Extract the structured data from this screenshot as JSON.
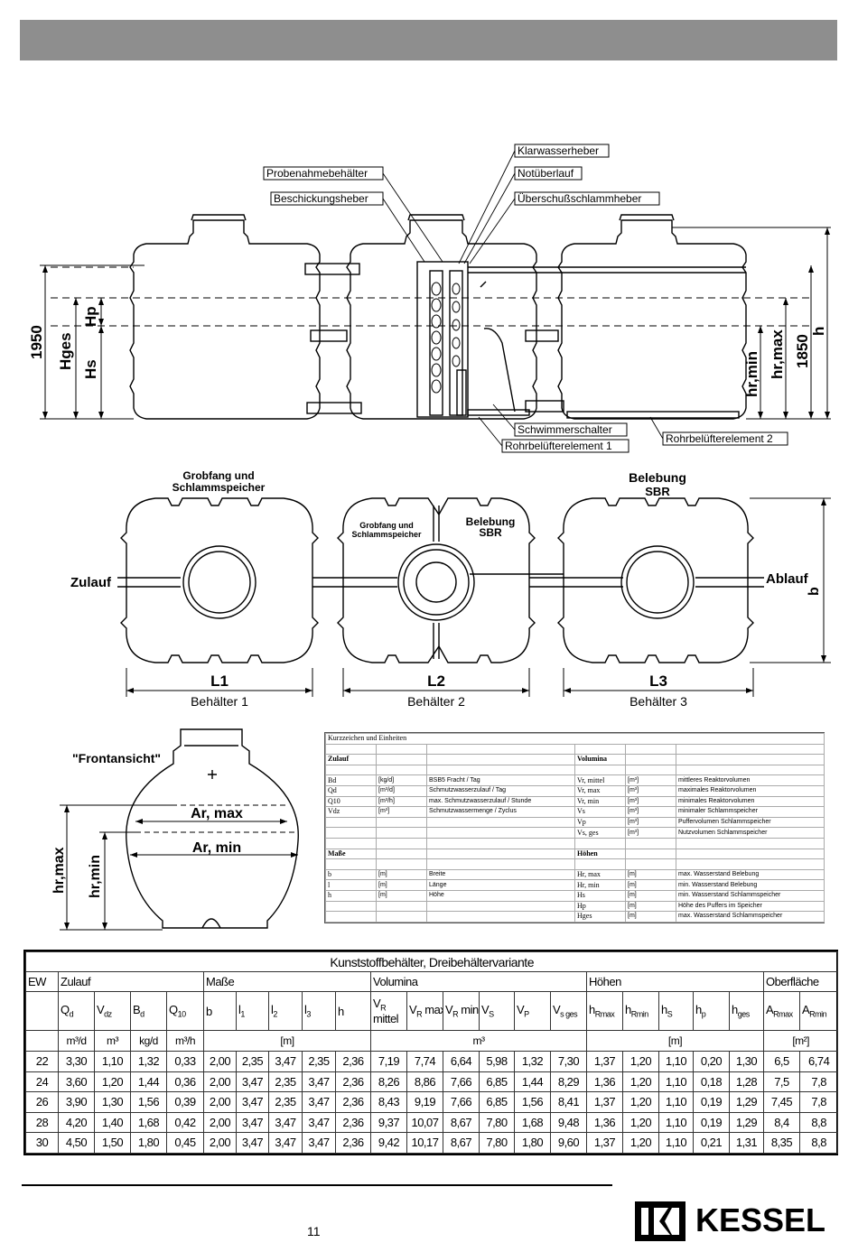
{
  "callouts": {
    "klarwasserheber": "Klarwasserheber",
    "probenahme": "Probenahmebehälter",
    "notueberlauf": "Notüberlauf",
    "beschickung": "Beschickungsheber",
    "ueberschuss": "Überschußschlammheber",
    "schwimmer": "Schwimmerschalter",
    "rohr1": "Rohrbelüfterelement 1",
    "rohr2": "Rohrbelüfterelement 2"
  },
  "side_dims": {
    "d1950": "1950",
    "hges": "Hges",
    "hp": "Hp",
    "hs": "Hs",
    "hrmin": "hr,min",
    "hrmax": "hr,max",
    "d1850": "1850",
    "h": "h"
  },
  "plan": {
    "label1": "Grobfang und Schlammspeicher",
    "label1_l1": "Grobfang und",
    "label1_l2": "Schlammspeicher",
    "label2a_l1": "Grobfang und",
    "label2a_l2": "Schlammspeicher",
    "label2b_l1": "Belebung",
    "label2b_l2": "SBR",
    "label3_l1": "Belebung",
    "label3_l2": "SBR",
    "zulauf": "Zulauf",
    "ablauf": "Ablauf",
    "b": "b",
    "l1": "L1",
    "l2": "L2",
    "l3": "L3",
    "b1": "Behälter 1",
    "b2": "Behälter 2",
    "b3": "Behälter 3"
  },
  "front": {
    "caption": "\"Frontansicht\"",
    "armax": "Ar, max",
    "armin": "Ar, min",
    "hrmax": "hr,max",
    "hrmin": "hr,min"
  },
  "legend": {
    "header": "Kurzzeichen und Einheiten",
    "zulauf": "Zulauf",
    "volumina": "Volumina",
    "masse": "Maße",
    "hoehen": "Höhen",
    "rows_top": [
      [
        "Bd",
        "[kg/d]",
        "BSB5 Fracht / Tag",
        "Vr, mittel",
        "[m³]",
        "mittleres Reaktorvolumen"
      ],
      [
        "Qd",
        "[m³/d]",
        "Schmutzwasserzulauf / Tag",
        "Vr, max",
        "[m³]",
        "maximales Reaktorvolumen"
      ],
      [
        "Q10",
        "[m³/h]",
        "max. Schmutzwasserzulauf / Stunde",
        "Vr, min",
        "[m³]",
        "minimales Reaktorvolumen"
      ],
      [
        "Vdz",
        "[m³]",
        "Schmutzwassermenge / Zyclus",
        "Vs",
        "[m³]",
        "minimaler Schlammspeicher"
      ],
      [
        "",
        "",
        "",
        "Vp",
        "[m³]",
        "Puffervolumen Schlammspeicher"
      ],
      [
        "",
        "",
        "",
        "Vs, ges",
        "[m³]",
        "Nutzvolumen Schlammspeicher"
      ]
    ],
    "rows_bottom": [
      [
        "b",
        "[m]",
        "Breite",
        "Hr, max",
        "[m]",
        "max. Wasserstand Belebung"
      ],
      [
        "l",
        "[m]",
        "Länge",
        "Hr, min",
        "[m]",
        "min. Wasserstand Belebung"
      ],
      [
        "h",
        "[m]",
        "Höhe",
        "Hs",
        "[m]",
        "min. Wasserstand Schlammspeicher"
      ],
      [
        "",
        "",
        "",
        "Hp",
        "[m]",
        "Höhe des Puffers im Speicher"
      ],
      [
        "",
        "",
        "",
        "Hges",
        "[m]",
        "max. Wasserstand Schlammspeicher"
      ]
    ]
  },
  "table": {
    "title": "Kunststoffbehälter, Dreibehältervariante",
    "groups": {
      "ew": "EW",
      "zulauf": "Zulauf",
      "masse": "Maße",
      "volumina": "Volumina",
      "hoehen": "Höhen",
      "oberflaeche": "Oberfläche"
    },
    "units": {
      "qd": "m³/d",
      "vdz": "m³",
      "bd": "kg/d",
      "q10": "m³/h",
      "masse": "[m]",
      "volumina": "m³",
      "hoehen": "[m]",
      "oberflaeche": "[m²]"
    },
    "rows": [
      [
        "22",
        "3,30",
        "1,10",
        "1,32",
        "0,33",
        "2,00",
        "2,35",
        "3,47",
        "2,35",
        "2,36",
        "7,19",
        "7,74",
        "6,64",
        "5,98",
        "1,32",
        "7,30",
        "1,37",
        "1,20",
        "1,10",
        "0,20",
        "1,30",
        "6,5",
        "6,74"
      ],
      [
        "24",
        "3,60",
        "1,20",
        "1,44",
        "0,36",
        "2,00",
        "3,47",
        "2,35",
        "3,47",
        "2,36",
        "8,26",
        "8,86",
        "7,66",
        "6,85",
        "1,44",
        "8,29",
        "1,36",
        "1,20",
        "1,10",
        "0,18",
        "1,28",
        "7,5",
        "7,8"
      ],
      [
        "26",
        "3,90",
        "1,30",
        "1,56",
        "0,39",
        "2,00",
        "3,47",
        "2,35",
        "3,47",
        "2,36",
        "8,43",
        "9,19",
        "7,66",
        "6,85",
        "1,56",
        "8,41",
        "1,37",
        "1,20",
        "1,10",
        "0,19",
        "1,29",
        "7,45",
        "7,8"
      ],
      [
        "28",
        "4,20",
        "1,40",
        "1,68",
        "0,42",
        "2,00",
        "3,47",
        "3,47",
        "3,47",
        "2,36",
        "9,37",
        "10,07",
        "8,67",
        "7,80",
        "1,68",
        "9,48",
        "1,36",
        "1,20",
        "1,10",
        "0,19",
        "1,29",
        "8,4",
        "8,8"
      ],
      [
        "30",
        "4,50",
        "1,50",
        "1,80",
        "0,45",
        "2,00",
        "3,47",
        "3,47",
        "3,47",
        "2,36",
        "9,42",
        "10,17",
        "8,67",
        "7,80",
        "1,80",
        "9,60",
        "1,37",
        "1,20",
        "1,10",
        "0,21",
        "1,31",
        "8,35",
        "8,8"
      ]
    ]
  },
  "footer": {
    "page": "11",
    "brand": "KESSEL"
  }
}
